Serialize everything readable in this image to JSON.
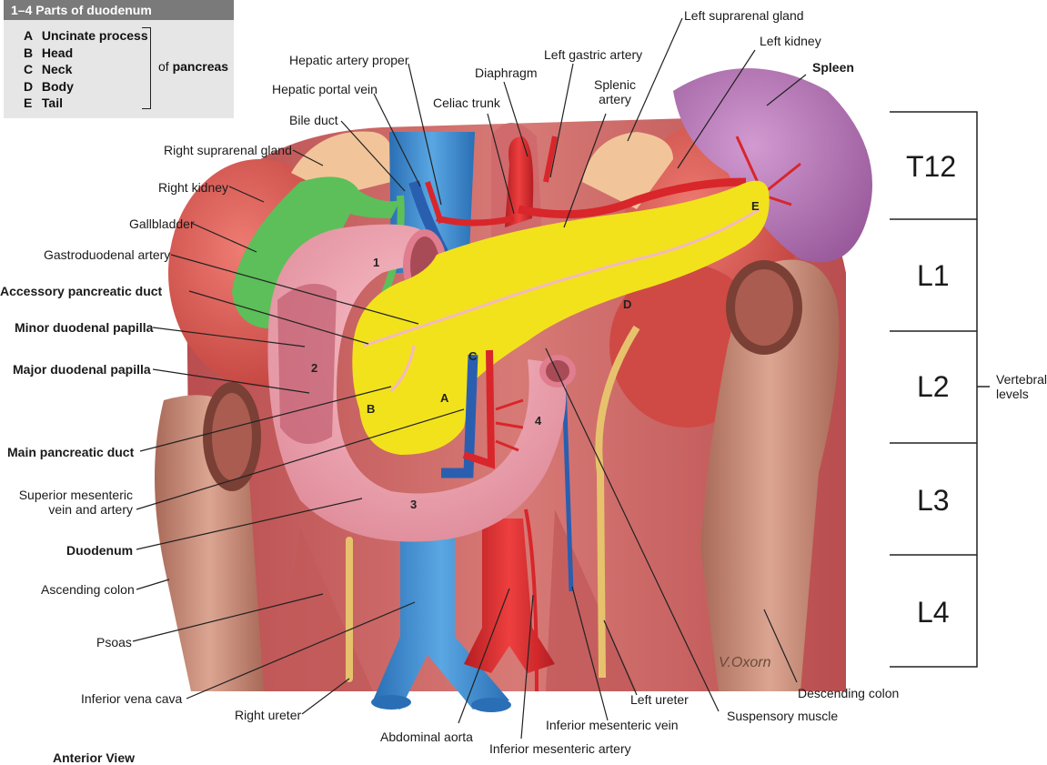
{
  "legend": {
    "title": "1–4 Parts of duodenum",
    "items": [
      {
        "key": "A",
        "label": "Uncinate process"
      },
      {
        "key": "B",
        "label": "Head"
      },
      {
        "key": "C",
        "label": "Neck"
      },
      {
        "key": "D",
        "label": "Body"
      },
      {
        "key": "E",
        "label": "Tail"
      }
    ],
    "suffix_pre": "of",
    "suffix_bold": "pancreas"
  },
  "labels": {
    "hepatic_artery_proper": "Hepatic artery proper",
    "hepatic_portal_vein": "Hepatic portal vein",
    "bile_duct": "Bile duct",
    "right_suprarenal_gland": "Right suprarenal gland",
    "right_kidney": "Right kidney",
    "gallbladder": "Gallbladder",
    "gastroduodenal_artery": "Gastroduodenal artery",
    "accessory_pancreatic_duct": "Accessory pancreatic duct",
    "minor_duodenal_papilla": "Minor duodenal papilla",
    "major_duodenal_papilla": "Major duodenal papilla",
    "main_pancreatic_duct": "Main pancreatic duct",
    "superior_mesenteric_line1": "Superior mesenteric",
    "superior_mesenteric_line2": "vein and artery",
    "duodenum": "Duodenum",
    "ascending_colon": "Ascending colon",
    "psoas": "Psoas",
    "inferior_vena_cava": "Inferior vena cava",
    "right_ureter": "Right ureter",
    "abdominal_aorta": "Abdominal aorta",
    "inferior_mesenteric_artery": "Inferior mesenteric artery",
    "inferior_mesenteric_vein": "Inferior mesenteric vein",
    "left_ureter": "Left ureter",
    "suspensory_muscle": "Suspensory muscle",
    "descending_colon": "Descending colon",
    "diaphragm": "Diaphragm",
    "celiac_trunk": "Celiac trunk",
    "left_gastric_artery": "Left gastric artery",
    "splenic_artery_line1": "Splenic",
    "splenic_artery_line2": "artery",
    "left_suprarenal_gland": "Left suprarenal gland",
    "left_kidney": "Left kidney",
    "spleen": "Spleen",
    "vertebral_levels_line1": "Vertebral",
    "vertebral_levels_line2": "levels",
    "anterior_view": "Anterior View"
  },
  "vertebral_levels": [
    "T12",
    "L1",
    "L2",
    "L3",
    "L4"
  ],
  "duodenum_parts": [
    "1",
    "2",
    "3",
    "4"
  ],
  "pancreas_parts": [
    "A",
    "B",
    "C",
    "D",
    "E"
  ],
  "signature": "V.Oxorn",
  "colors": {
    "pancreas": "#f2e21c",
    "duodenum": "#f0a7b3",
    "kidney": "#d9534f",
    "spleen": "#b978b8",
    "ivc": "#3f8fd0",
    "aorta": "#d8262b",
    "gallbladder": "#5cbf5a",
    "colon": "#c98f7a",
    "muscle": "#c96060",
    "suprarenal": "#f2c49a",
    "ureter": "#e7c26d"
  }
}
